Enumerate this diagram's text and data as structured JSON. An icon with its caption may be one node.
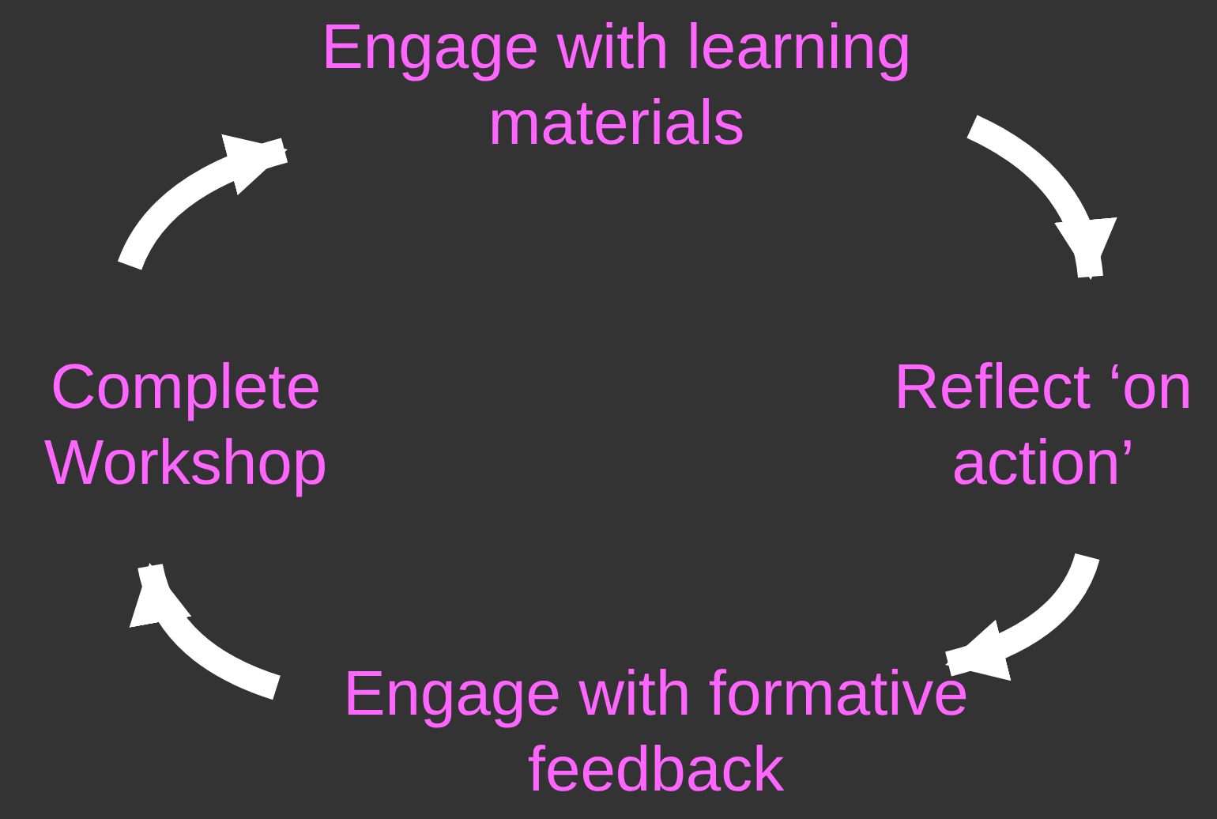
{
  "diagram": {
    "nodes": [
      {
        "text": [
          "Engage with learning materials"
        ]
      },
      {
        "text": [
          "Reflect ‘on action’"
        ]
      },
      {
        "text": [
          "Engage with formative feedback"
        ]
      },
      {
        "text": [
          "Complete Workshop"
        ]
      }
    ],
    "edges": [
      {
        "from": 0,
        "to": 1,
        "arrow": "to"
      },
      {
        "from": 1,
        "to": 2,
        "arrow": "to"
      },
      {
        "from": 2,
        "to": 3,
        "arrow": "to"
      },
      {
        "from": 3,
        "to": 0,
        "arrow": "to"
      }
    ]
  }
}
